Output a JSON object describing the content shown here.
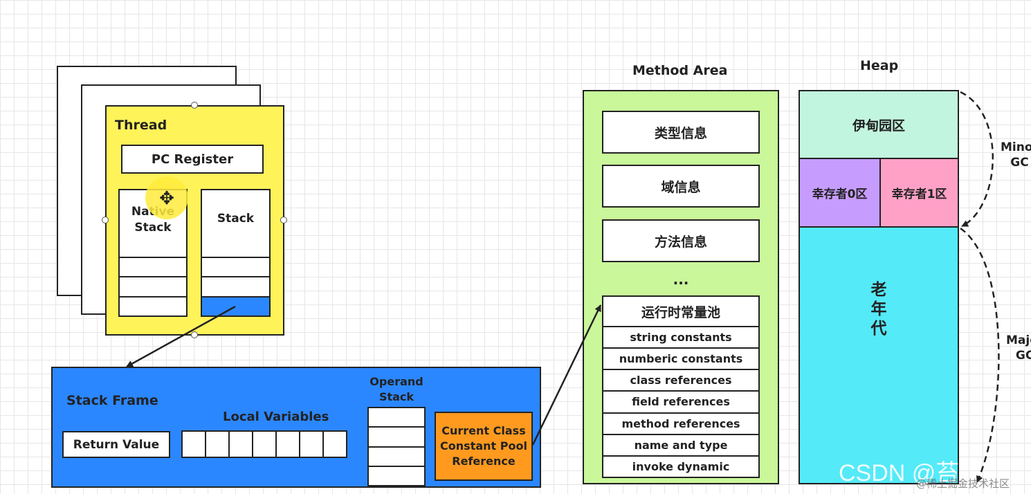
{
  "thread": {
    "title": "Thread",
    "pc_register": "PC Register",
    "native_stack": "Native\nStack",
    "stack": "Stack"
  },
  "stack_frame": {
    "title": "Stack Frame",
    "return_value": "Return Value",
    "local_variables": "Local Variables",
    "operand_stack": "Operand\nStack",
    "constant_pool_ref": "Current Class\nConstant Pool\nReference"
  },
  "method_area": {
    "title": "Method Area",
    "items": [
      "类型信息",
      "域信息",
      "方法信息"
    ],
    "ellipsis": "...",
    "runtime_pool": {
      "title": "运行时常量池",
      "entries": [
        "string constants",
        "numberic constants",
        "class references",
        "field references",
        "method references",
        "name and type",
        "invoke dynamic"
      ]
    }
  },
  "heap": {
    "title": "Heap",
    "eden": "伊甸园区",
    "survivor0": "幸存者0区",
    "survivor1": "幸存者1区",
    "old": "老\n年\n代",
    "minor_gc": "Minor\nGC",
    "major_gc": "Major\nGC"
  },
  "watermark": {
    "main": "CSDN @苔",
    "sub": "@稀土掘金技术社区"
  },
  "colors": {
    "thread_bg": "#fff35a",
    "stack_frame_bg": "#2b87ff",
    "constant_pool_ref_bg": "#ff9a1f",
    "method_area_bg": "#c9f79a",
    "eden_bg": "#c2f5df",
    "survivor0_bg": "#c69cff",
    "survivor1_bg": "#ffa1c7",
    "old_bg": "#54eaf8",
    "stack_top_cell": "#2b87ff"
  }
}
